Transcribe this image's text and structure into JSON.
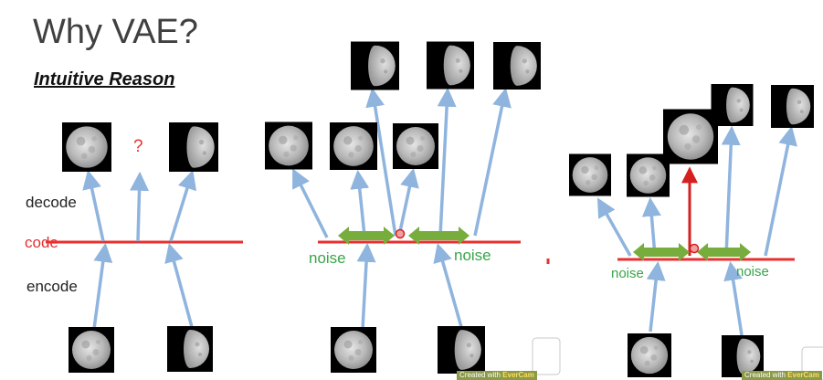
{
  "title": "Why VAE?",
  "subtitle": "Intuitive Reason",
  "labels": {
    "decode": "decode",
    "code": "code",
    "encode": "encode",
    "question": "?",
    "noise": "noise"
  },
  "watermark": {
    "prefix": "Created with",
    "brand": "EverCam"
  },
  "colors": {
    "code_line": "#e83030",
    "arrow": "#8fb4dd",
    "noise_arrow": "#76ad3c",
    "noise_text": "#3aa54a",
    "decoded_arrow": "#d62020",
    "title": "#404040"
  },
  "icons": {
    "moon_full": "full-moon-image",
    "moon_half": "half-moon-image",
    "point_marker": "code-point-marker-icon"
  }
}
